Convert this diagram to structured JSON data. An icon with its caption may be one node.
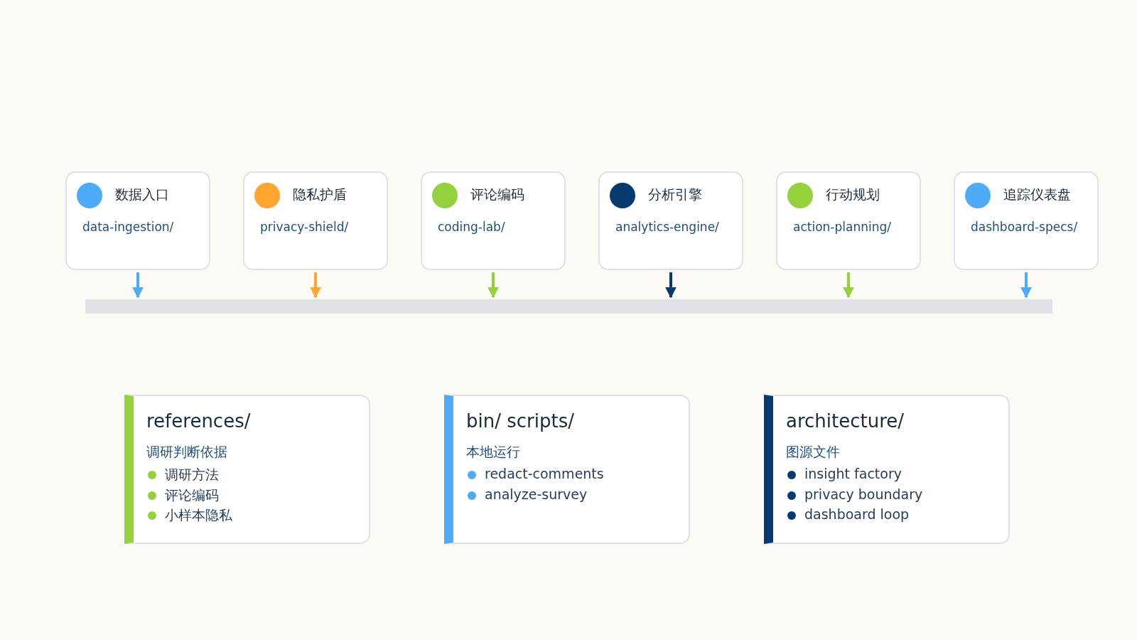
{
  "diagram": {
    "nodes": [
      {
        "text": [
          "数据入口",
          "data-ingestion/"
        ]
      },
      {
        "text": [
          "隐私护盾",
          "privacy-shield/"
        ]
      },
      {
        "text": [
          "评论编码",
          "coding-lab/"
        ]
      },
      {
        "text": [
          "分析引擎",
          "analytics-engine/"
        ]
      },
      {
        "text": [
          "行动规划",
          "action-planning/"
        ]
      },
      {
        "text": [
          "追踪仪表盘",
          "dashboard-specs/"
        ]
      },
      {
        "text": [],
        "shape": "bar"
      },
      {
        "text": [
          "references/",
          "调研判断依据",
          "调研方法",
          "评论编码",
          "小样本隐私"
        ]
      },
      {
        "text": [
          "bin/ scripts/",
          "本地运行",
          "redact-comments",
          "analyze-survey"
        ]
      },
      {
        "text": [
          "architecture/",
          "图源文件",
          "insight factory",
          "privacy boundary",
          "dashboard loop"
        ]
      }
    ],
    "edges": [
      {
        "from": 0,
        "to": 6,
        "arrow": "to",
        "color": "#4dabf7"
      },
      {
        "from": 1,
        "to": 6,
        "arrow": "to",
        "color": "#ffa530"
      },
      {
        "from": 2,
        "to": 6,
        "arrow": "to",
        "color": "#94d13d"
      },
      {
        "from": 3,
        "to": 6,
        "arrow": "to",
        "color": "#073b6f"
      },
      {
        "from": 4,
        "to": 6,
        "arrow": "to",
        "color": "#94d13d"
      },
      {
        "from": 5,
        "to": 6,
        "arrow": "to",
        "color": "#4dabf7"
      }
    ]
  }
}
